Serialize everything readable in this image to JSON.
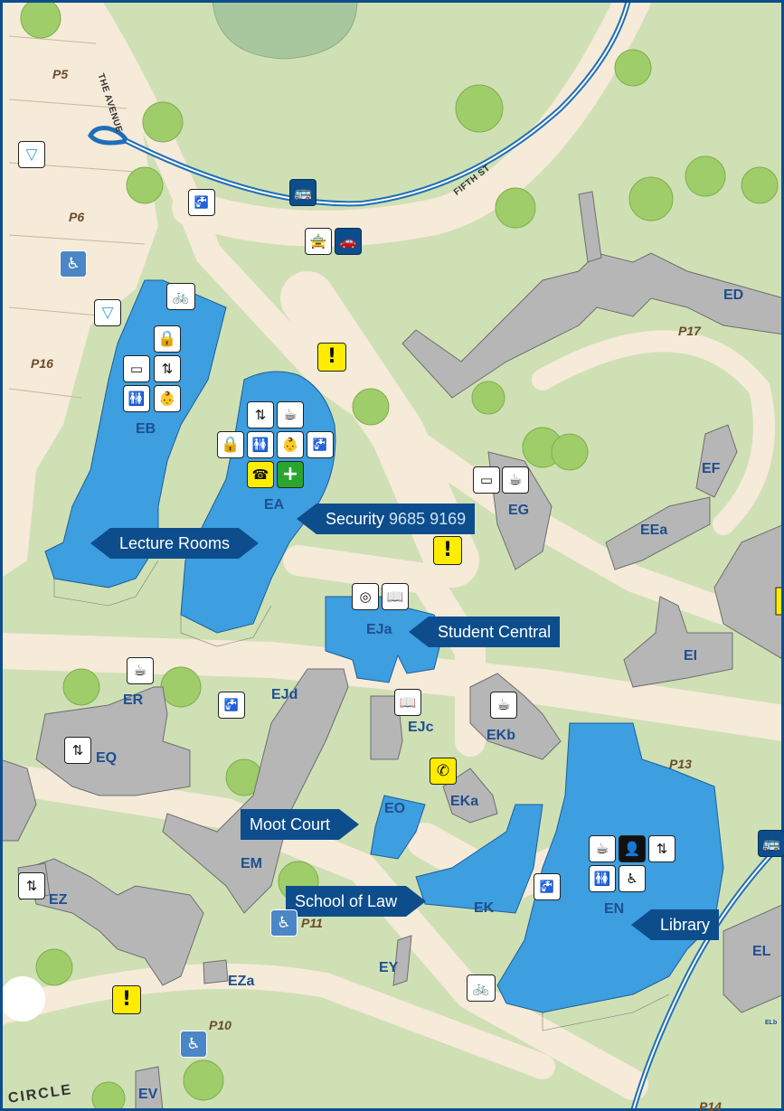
{
  "map": {
    "buildings": [
      "EB",
      "EA",
      "EG",
      "ED",
      "EF",
      "EEa",
      "EI",
      "EJa",
      "ER",
      "EJd",
      "EJc",
      "EKb",
      "EQ",
      "EO",
      "EKa",
      "EM",
      "EK",
      "EN",
      "EL",
      "EZ",
      "EZa",
      "EY",
      "EV"
    ],
    "parking": [
      "P5",
      "P6",
      "P16",
      "P17",
      "P13",
      "P11",
      "P10",
      "P14"
    ],
    "streets": {
      "avenue": "THE AVENUE",
      "fifth": "FIFTH ST",
      "circle": "CIRCLE"
    },
    "small_label": "ELb"
  },
  "callouts": {
    "lecture_rooms": "Lecture Rooms",
    "security_label": "Security",
    "security_phone": "9685 9169",
    "student_central": "Student Central",
    "moot_court": "Moot Court",
    "school_of_law": "School of Law",
    "library": "Library"
  },
  "colors": {
    "grass": "#cfe0b5",
    "path": "#f6ead9",
    "highlight": "#3d9ee0",
    "building": "#b6b6b6",
    "road_blue": "#1f6fb8",
    "callout": "#0d4d8c",
    "tree": "#9fcd6a"
  }
}
